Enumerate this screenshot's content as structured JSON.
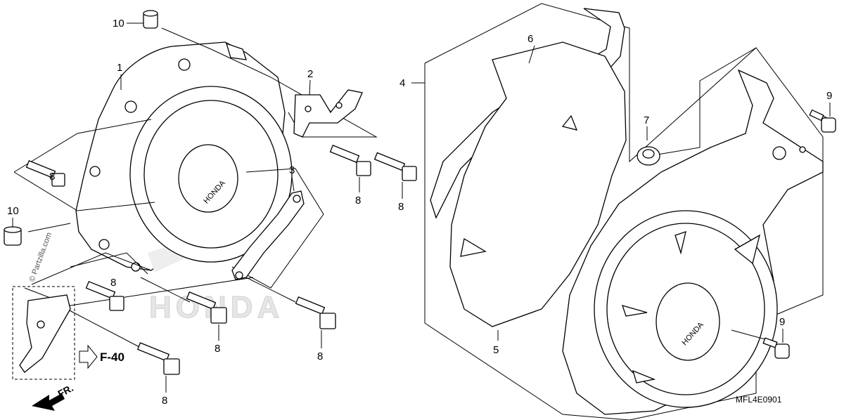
{
  "diagram": {
    "code": "MFL4E0901",
    "watermark": "© Partzilla.com",
    "brand_mark": "HONDA",
    "direction_label": "FR.",
    "reference_label": "F-40",
    "callouts": [
      {
        "id": "c10a",
        "text": "10"
      },
      {
        "id": "c1",
        "text": "1"
      },
      {
        "id": "c2",
        "text": "2"
      },
      {
        "id": "c3",
        "text": "3"
      },
      {
        "id": "c4",
        "text": "4"
      },
      {
        "id": "c5",
        "text": "5"
      },
      {
        "id": "c6",
        "text": "6"
      },
      {
        "id": "c7",
        "text": "7"
      },
      {
        "id": "c8a",
        "text": "8"
      },
      {
        "id": "c8b",
        "text": "8"
      },
      {
        "id": "c8c",
        "text": "8"
      },
      {
        "id": "c8d",
        "text": "8"
      },
      {
        "id": "c8e",
        "text": "8"
      },
      {
        "id": "c8f",
        "text": "8"
      },
      {
        "id": "c8g",
        "text": "8"
      },
      {
        "id": "c9a",
        "text": "9"
      },
      {
        "id": "c9b",
        "text": "9"
      },
      {
        "id": "c10b",
        "text": "10"
      }
    ]
  }
}
